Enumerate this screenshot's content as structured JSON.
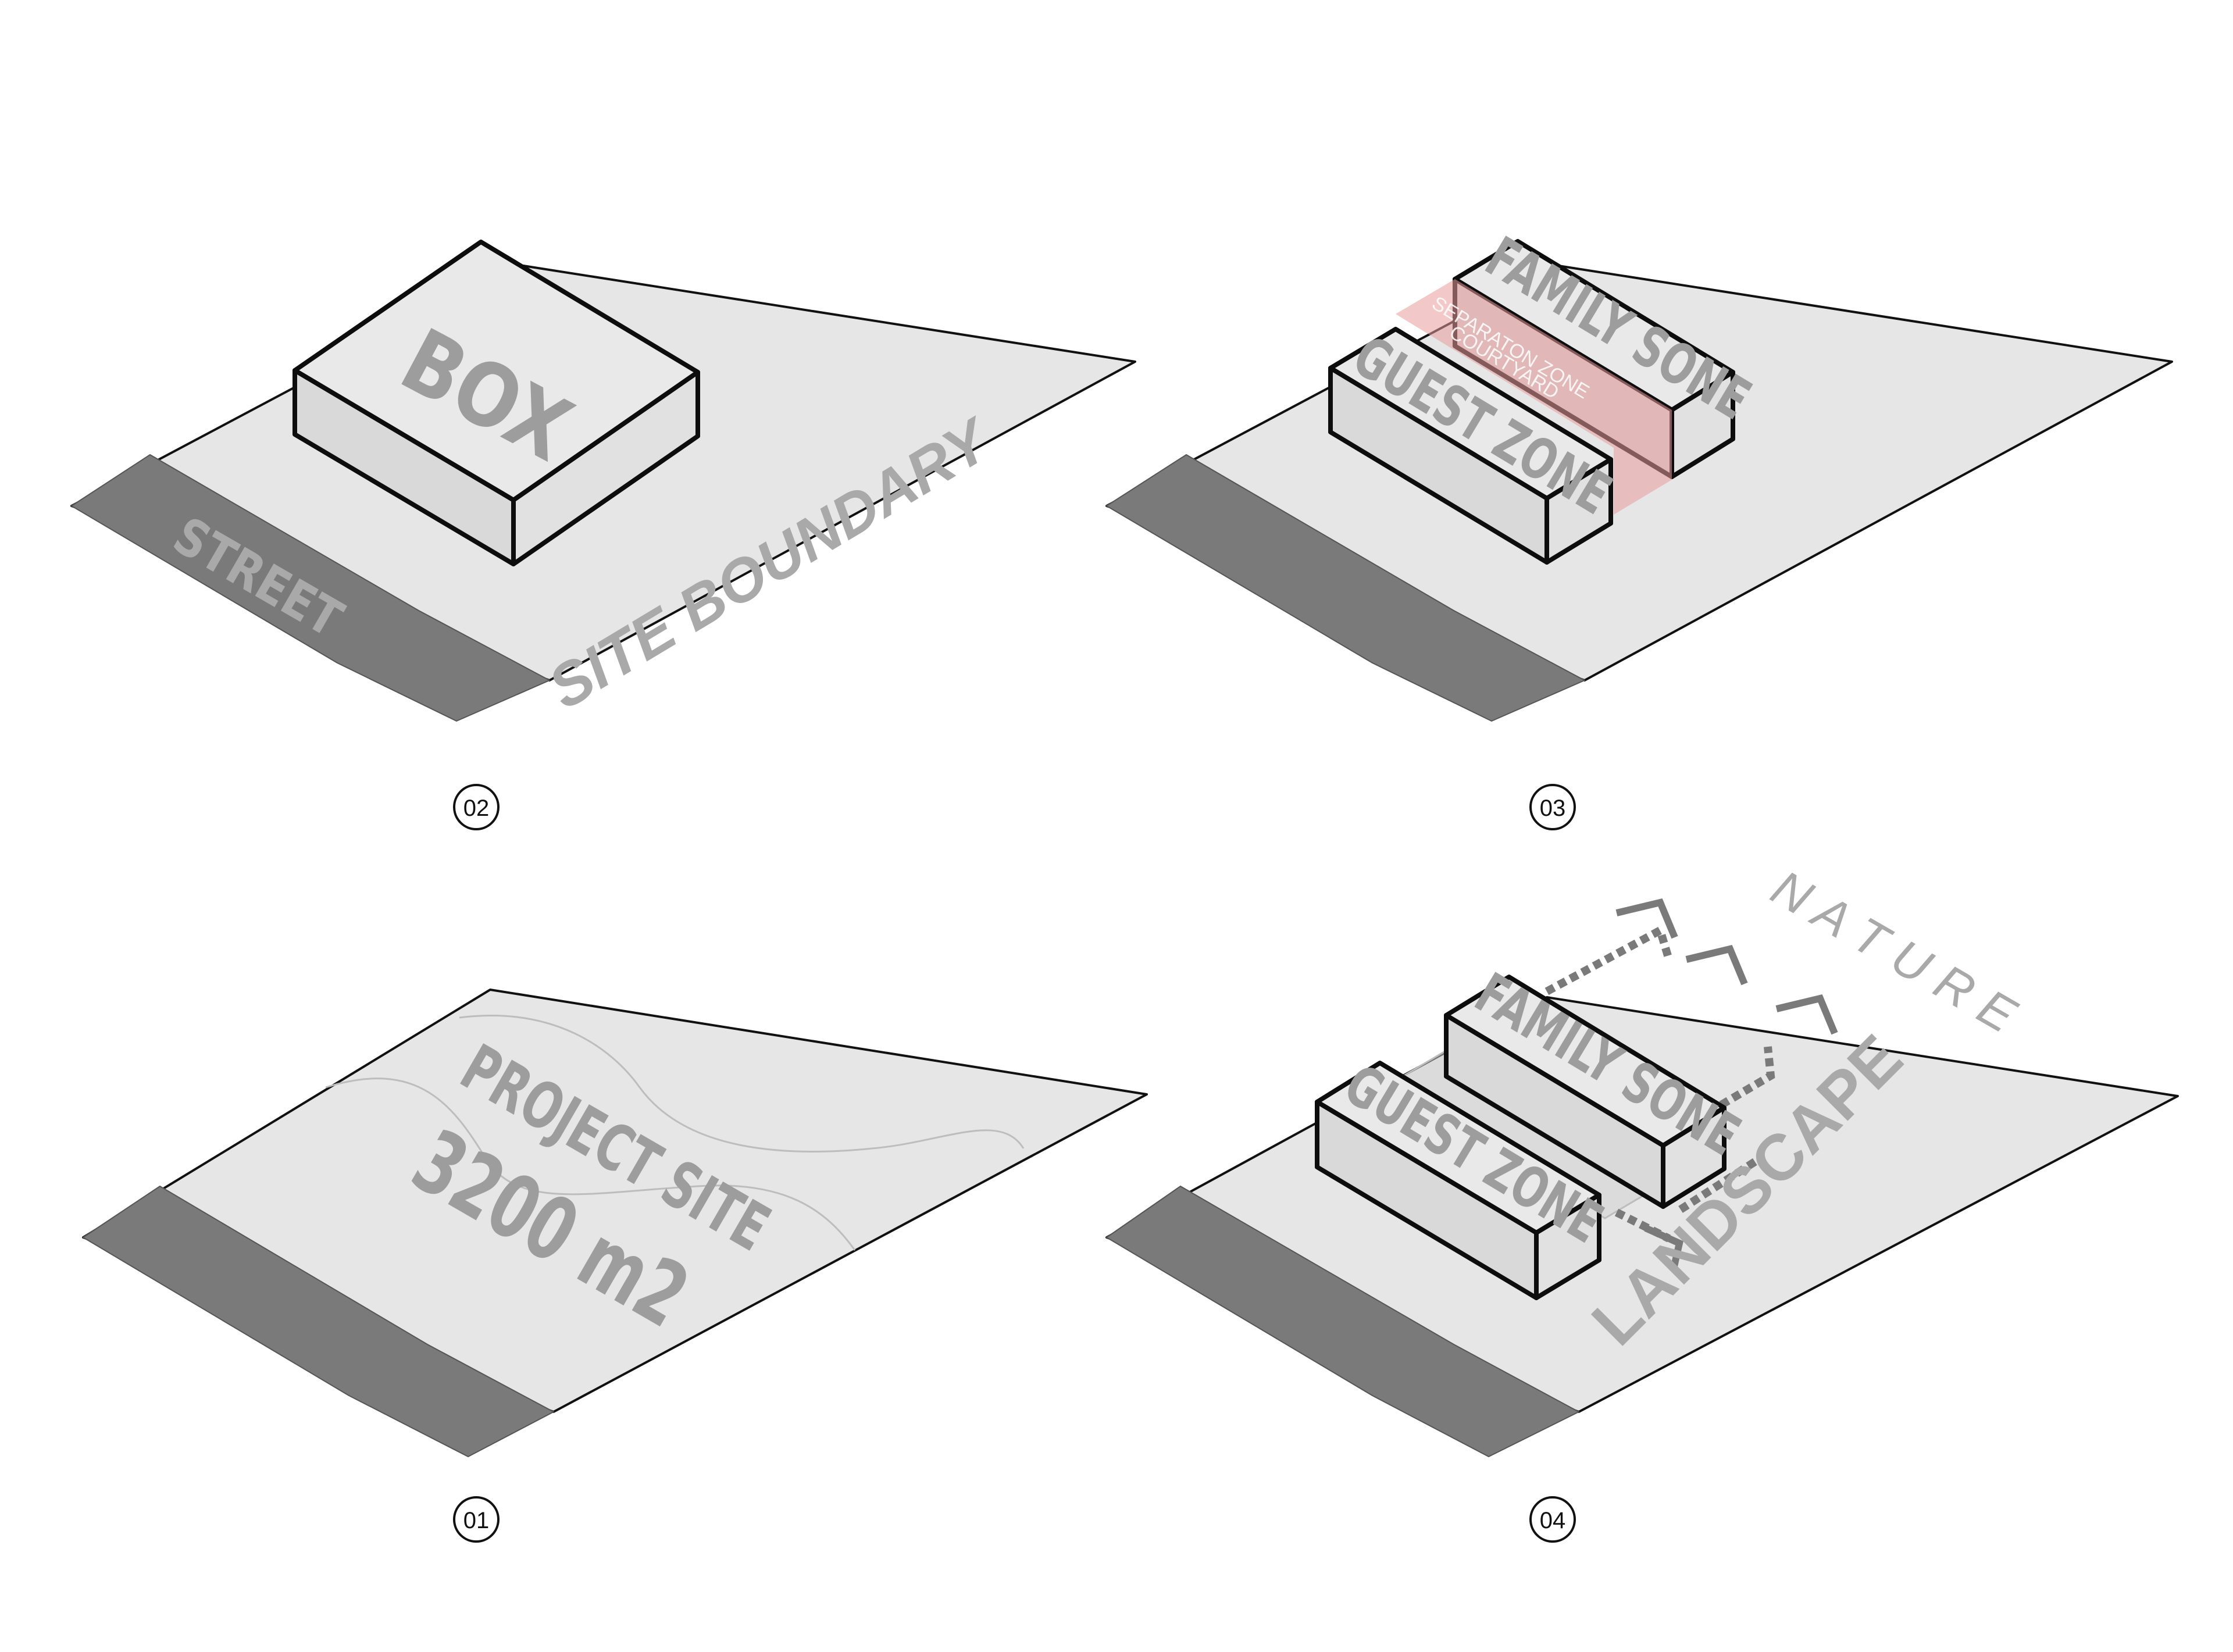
{
  "panels": {
    "p02": {
      "number": "02",
      "box_label": "BOX",
      "street_label": "STREET",
      "boundary_label": "SITE BOUNDARY"
    },
    "p03": {
      "number": "03",
      "family_label": "FAMILY SONE",
      "separation_label": "SEPARATON ZONE",
      "courtyard_label": "COURTYARD",
      "guest_label": "GUEST ZONE"
    },
    "p01": {
      "number": "01",
      "site_label": "PROJECT SITE",
      "area_label": "3200 m2"
    },
    "p04": {
      "number": "04",
      "nature_label": "N A T U R E",
      "landscape_label": "LANDSCAPE",
      "family_label": "FAMILY SONE",
      "guest_label": "GUEST ZONE"
    }
  },
  "colors": {
    "site_fill": "#e6e6e6",
    "street_fill": "#7a7a7a",
    "separation_zone": "#e8a0a0",
    "label_grey": "#9d9d9d",
    "outline": "#0d0d0d"
  }
}
